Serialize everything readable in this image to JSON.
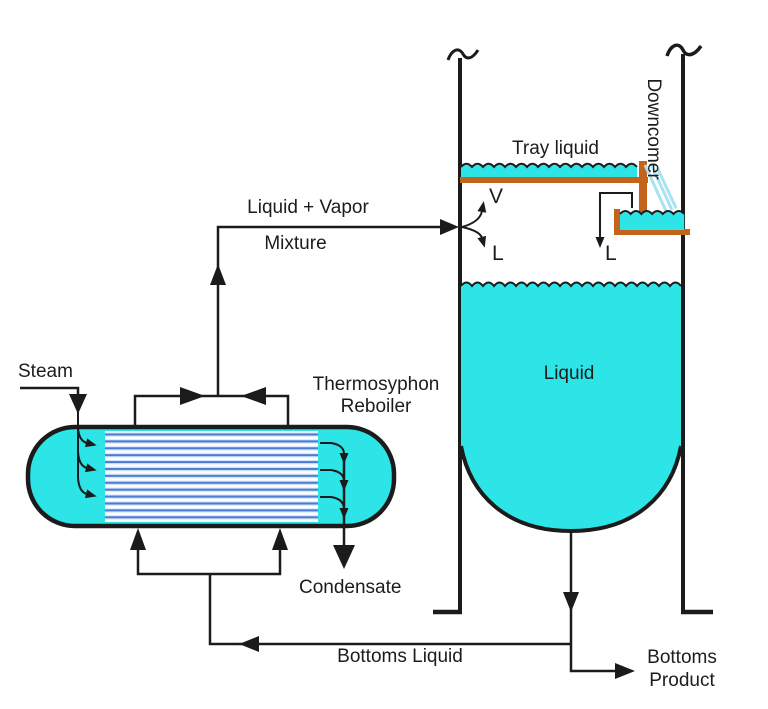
{
  "title": "Thermosyphon reboiler with distillation column bottom",
  "colors": {
    "liquid": "#2de4e6",
    "tube_line": "#4b7ed2",
    "tray": "#c2641c",
    "falling_liquid": "#a9e2f2",
    "line": "#1b1b1b"
  },
  "labels": {
    "steam": "Steam",
    "reboiler_line1": "Thermosyphon",
    "reboiler_line2": "Reboiler",
    "condensate": "Condensate",
    "feed_line1": "Liquid + Vapor",
    "feed_line2": "Mixture",
    "tray_liquid": "Tray liquid",
    "downcomer": "Downcomer",
    "vapor_v": "V",
    "liquid_l_feed": "L",
    "liquid_l_sealpan": "L",
    "column_liquid": "Liquid",
    "bottoms_liquid": "Bottoms Liquid",
    "bottoms_product_line1": "Bottoms",
    "bottoms_product_line2": "Product"
  }
}
